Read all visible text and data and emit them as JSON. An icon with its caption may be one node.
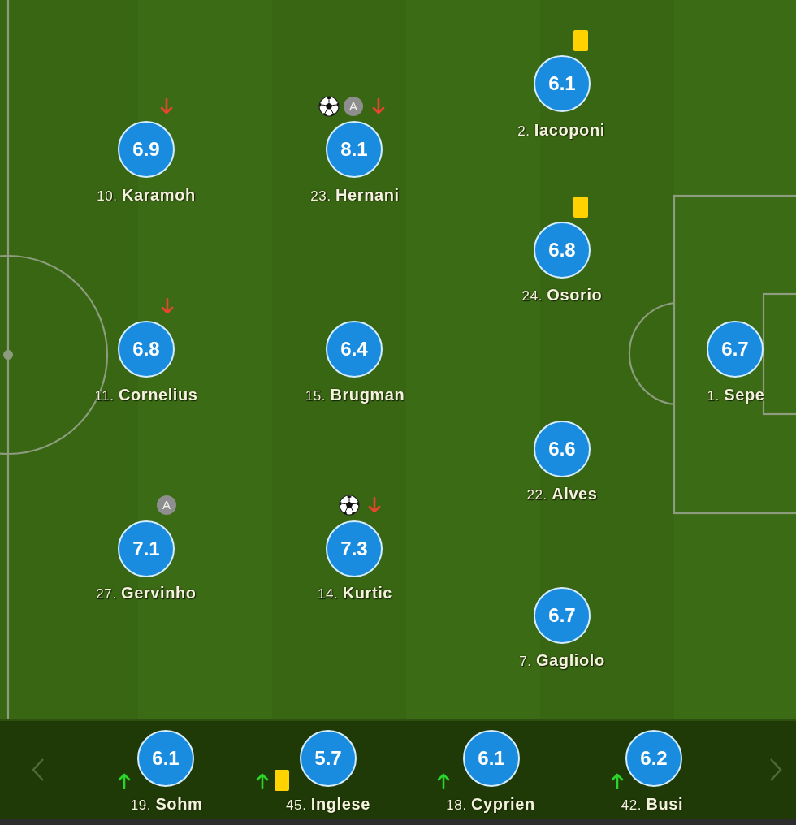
{
  "diagram": {
    "nodes": [
      {
        "text": [
          "6.1"
        ],
        "beside": [
          "2. **Iacoponi**"
        ]
      },
      {
        "text": [
          "6.9"
        ],
        "beside": [
          "10. **Karamoh**"
        ]
      },
      {
        "text": [
          "8.1"
        ],
        "beside": [
          "A",
          "23. **Hernani**"
        ]
      },
      {
        "text": [
          "6.8"
        ],
        "beside": [
          "24. **Osorio**"
        ]
      },
      {
        "text": [
          "6.8"
        ],
        "beside": [
          "11. **Cornelius**"
        ]
      },
      {
        "text": [
          "6.4"
        ],
        "beside": [
          "15. **Brugman**"
        ]
      },
      {
        "text": [
          "6.7"
        ],
        "beside": [
          "1. **Sepe**"
        ]
      },
      {
        "text": [
          "6.6"
        ],
        "beside": [
          "22. **Alves**"
        ]
      },
      {
        "text": [
          "7.1"
        ],
        "beside": [
          "A",
          "27. **Gervinho**"
        ]
      },
      {
        "text": [
          "7.3"
        ],
        "beside": [
          "14. **Kurtic**"
        ]
      },
      {
        "text": [
          "6.7"
        ],
        "beside": [
          "7. **Gagliolo**"
        ]
      },
      {
        "text": [
          "6.1"
        ],
        "beside": [
          "19. **Sohm**"
        ]
      },
      {
        "text": [
          "5.7"
        ],
        "beside": [
          "45. **Inglese**"
        ]
      },
      {
        "text": [
          "6.1"
        ],
        "beside": [
          "18. **Cyprien**"
        ]
      },
      {
        "text": [
          "6.2"
        ],
        "beside": [
          "42. **Busi**"
        ]
      }
    ]
  }
}
